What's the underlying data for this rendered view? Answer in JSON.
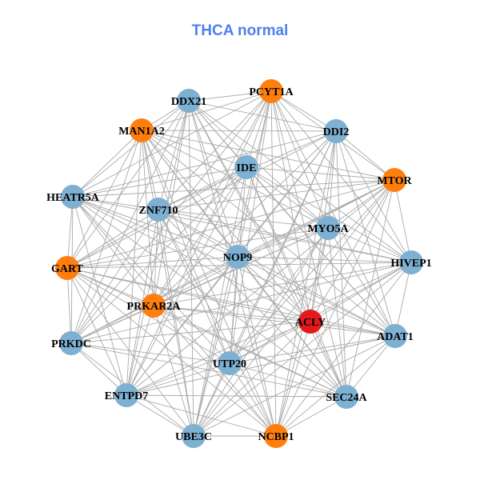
{
  "title": "THCA normal",
  "colors": {
    "blue": "#7eb0d2",
    "orange": "#ff7f0e",
    "red": "#e31a1c",
    "edge": "#aaaaaa",
    "title": "#4f7fef"
  },
  "nodes": [
    {
      "label": "PCYT1A",
      "color": "orange"
    },
    {
      "label": "DDX21",
      "color": "blue"
    },
    {
      "label": "MAN1A2",
      "color": "orange"
    },
    {
      "label": "DDI2",
      "color": "blue"
    },
    {
      "label": "IDE",
      "color": "blue"
    },
    {
      "label": "MTOR",
      "color": "orange"
    },
    {
      "label": "HEATR5A",
      "color": "blue"
    },
    {
      "label": "ZNF710",
      "color": "blue"
    },
    {
      "label": "MYO5A",
      "color": "blue"
    },
    {
      "label": "NOP9",
      "color": "blue"
    },
    {
      "label": "HIVEP1",
      "color": "blue"
    },
    {
      "label": "GART",
      "color": "orange"
    },
    {
      "label": "PRKAR2A",
      "color": "orange"
    },
    {
      "label": "ACLY",
      "color": "red"
    },
    {
      "label": "ADAT1",
      "color": "blue"
    },
    {
      "label": "PRKDC",
      "color": "blue"
    },
    {
      "label": "UTP20",
      "color": "blue"
    },
    {
      "label": "SEC24A",
      "color": "blue"
    },
    {
      "label": "ENTPD7",
      "color": "blue"
    },
    {
      "label": "UBE3C",
      "color": "blue"
    },
    {
      "label": "NCBP1",
      "color": "orange"
    }
  ]
}
